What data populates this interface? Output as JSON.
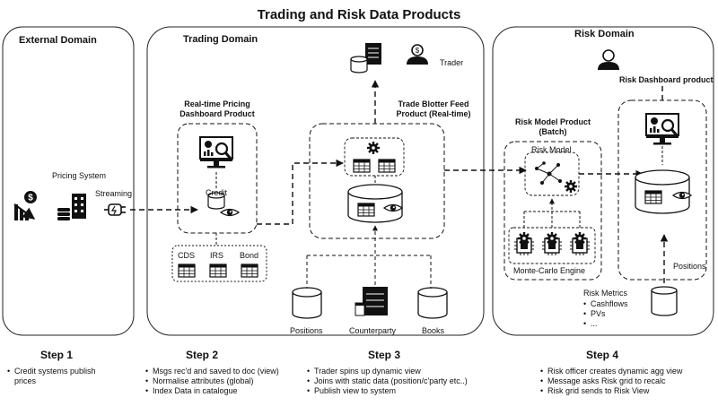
{
  "title": "Trading and Risk Data Products",
  "domains": {
    "external": "External Domain",
    "trading": "Trading Domain",
    "risk": "Risk Domain"
  },
  "labels": {
    "pricing_system": "Pricing System",
    "streaming": "Streaming",
    "realtime_pricing_line1": "Real-time Pricing",
    "realtime_pricing_line2": "Dashboard Product",
    "credit": "Credit",
    "cds": "CDS",
    "irs": "IRS",
    "bond": "Bond",
    "trader": "Trader",
    "trade_blotter_line1": "Trade Blotter Feed",
    "trade_blotter_line2": "Product (Real-time)",
    "positions_db": "Positions",
    "counterparty": "Counterparty",
    "books": "Books",
    "risk_model_product_line1": "Risk Model Product",
    "risk_model_product_line2": "(Batch)",
    "risk_model": "Risk Model",
    "monte_carlo": "Monte-Carlo Engine",
    "risk_dashboard_product": "Risk Dashboard product",
    "risk_positions": "Positions",
    "risk_metrics": "Risk Metrics",
    "risk_metrics_items": [
      "Cashflows",
      "PVs",
      "..."
    ]
  },
  "steps": [
    {
      "title": "Step 1",
      "bullets": [
        "Credit systems publish prices"
      ]
    },
    {
      "title": "Step 2",
      "bullets": [
        "Msgs rec'd and saved to doc (view)",
        "Normalise attributes (global)",
        "Index Data in catalogue"
      ]
    },
    {
      "title": "Step 3",
      "bullets": [
        "Trader spins up dynamic view",
        "Joins with static data (position/c'party etc..)",
        "Publish view to system"
      ]
    },
    {
      "title": "Step 4",
      "bullets": [
        "Risk officer creates dynamic agg view",
        "Message asks Risk grid to recalc",
        "Risk grid sends to Risk View"
      ]
    }
  ],
  "icons": [
    "dollar-chart-down-icon",
    "database-icon",
    "server-icon",
    "plug-icon",
    "monitor-dashboard-icon",
    "eye-icon",
    "gear-icon",
    "table-icon",
    "person-icon",
    "cpu-chip-icon",
    "network-graph-icon"
  ]
}
